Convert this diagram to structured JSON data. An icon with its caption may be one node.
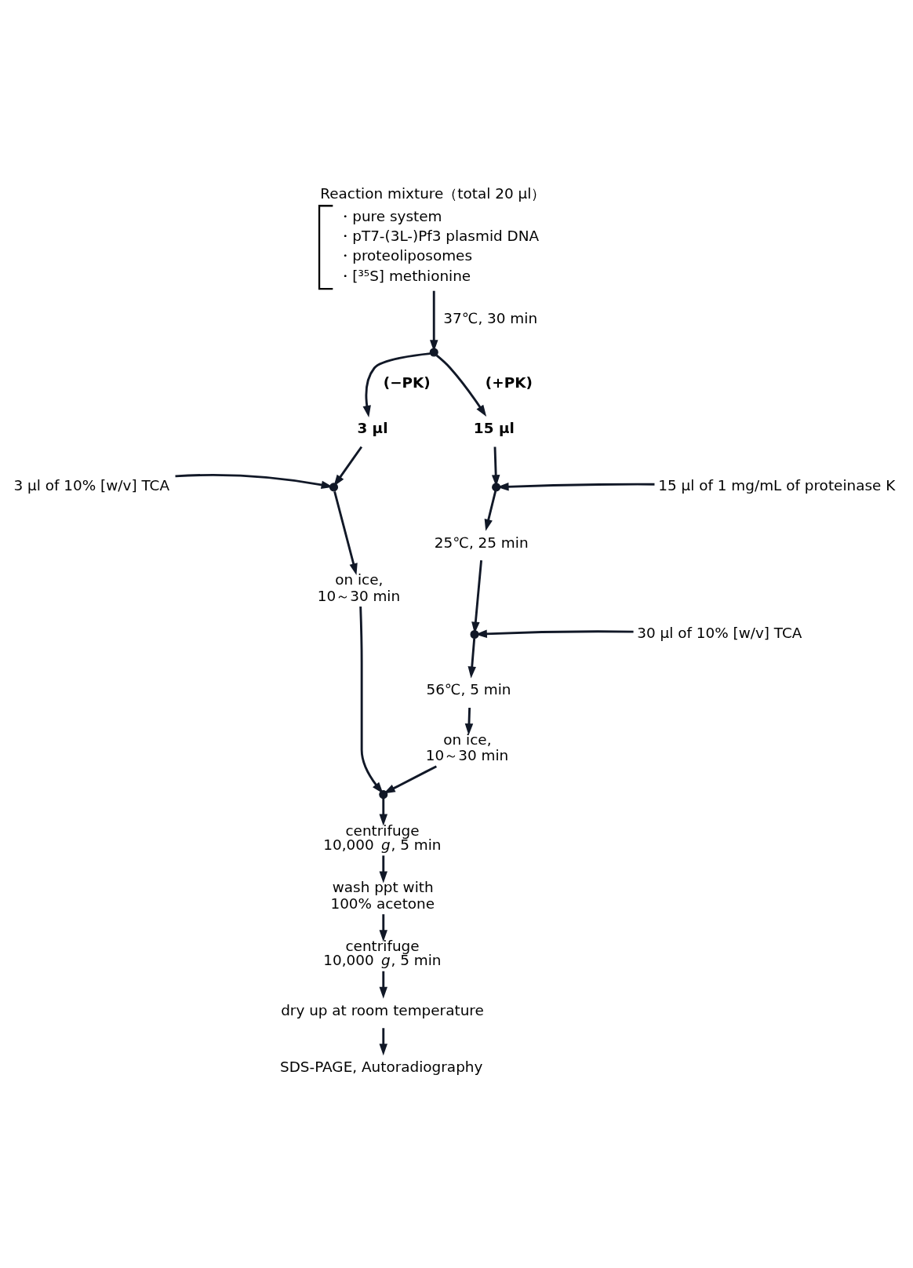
{
  "diagram": {
    "nodes": [
      {
        "text": [
          "Reaction mixture（total 20 µl）",
          "・pure system",
          "・pT7-(3L-)Pf3 plasmid DNA",
          "・proteoliposomes",
          "・[³⁵S] methionine"
        ]
      },
      {
        "text": [],
        "shape": "point"
      },
      {
        "text": [
          "3 µl"
        ]
      },
      {
        "text": [
          "15 µl"
        ]
      },
      {
        "text": [],
        "shape": "point"
      },
      {
        "text": [
          "3 µl of 10% [w/v] TCA"
        ]
      },
      {
        "text": [
          "on ice,",
          "10～30 min"
        ]
      },
      {
        "text": [],
        "shape": "point"
      },
      {
        "text": [],
        "shape": "point"
      },
      {
        "text": [
          "15 µl of 1 mg/mL of proteinase K"
        ]
      },
      {
        "text": [
          "25℃, 25 min"
        ]
      },
      {
        "text": [],
        "shape": "point"
      },
      {
        "text": [
          "30 µl of 10% [w/v] TCA"
        ]
      },
      {
        "text": [
          "56℃, 5 min"
        ]
      },
      {
        "text": [
          "on ice,",
          "10～30 min"
        ]
      },
      {
        "text": [
          "centrifuge",
          "10,000 *g*, 5 min"
        ]
      },
      {
        "text": [
          "wash ppt with",
          "100% acetone"
        ]
      },
      {
        "text": [
          "centrifuge",
          "10,000 *g*, 5 min"
        ]
      },
      {
        "text": [
          "dry up at room temperature"
        ]
      },
      {
        "text": [
          "SDS-PAGE, Autoradiography"
        ]
      }
    ],
    "edges": [
      {
        "from": 0,
        "to": 1,
        "arrow": "to",
        "label": "37℃, 30 min"
      },
      {
        "from": 1,
        "to": 2,
        "arrow": "to",
        "label": "(−PK)"
      },
      {
        "from": 1,
        "to": 3,
        "arrow": "to",
        "label": "(+PK)"
      },
      {
        "from": 2,
        "to": 4,
        "arrow": "to"
      },
      {
        "from": 5,
        "to": 4,
        "arrow": "to"
      },
      {
        "from": 4,
        "to": 6,
        "arrow": "to"
      },
      {
        "from": 6,
        "to": 7,
        "arrow": "to"
      },
      {
        "from": 3,
        "to": 8,
        "arrow": "to"
      },
      {
        "from": 9,
        "to": 8,
        "arrow": "to"
      },
      {
        "from": 8,
        "to": 10,
        "arrow": "to"
      },
      {
        "from": 10,
        "to": 11,
        "arrow": "to"
      },
      {
        "from": 12,
        "to": 11,
        "arrow": "to"
      },
      {
        "from": 11,
        "to": 13,
        "arrow": "to"
      },
      {
        "from": 13,
        "to": 14,
        "arrow": "to"
      },
      {
        "from": 14,
        "to": 7,
        "arrow": "to"
      },
      {
        "from": 7,
        "to": 15,
        "arrow": "to"
      },
      {
        "from": 15,
        "to": 16,
        "arrow": "to"
      },
      {
        "from": 16,
        "to": 17,
        "arrow": "to"
      },
      {
        "from": 17,
        "to": 18,
        "arrow": "to"
      },
      {
        "from": 18,
        "to": 19,
        "arrow": "to"
      }
    ]
  }
}
